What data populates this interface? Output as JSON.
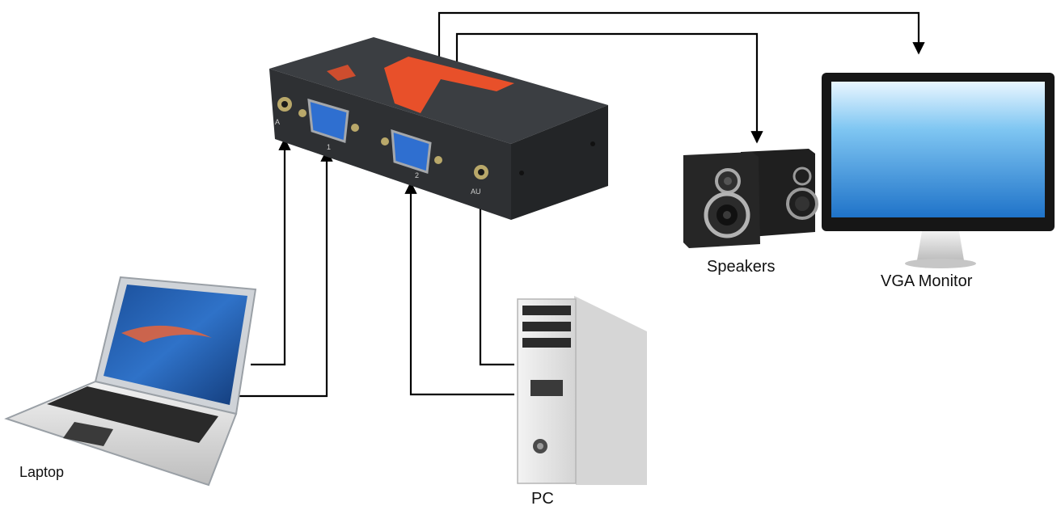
{
  "devices": {
    "speakers": {
      "label": "Speakers"
    },
    "monitor": {
      "label": "VGA Monitor"
    },
    "laptop": {
      "label": "Laptop"
    },
    "pc": {
      "label": "PC"
    }
  },
  "switch": {
    "port_1": "1",
    "port_2": "2",
    "audio_in_label": "A",
    "audio_out_label": "AU"
  },
  "colors": {
    "switch_body": "#2e3033",
    "switch_top": "#3b3e42",
    "switch_accent": "#e8502a",
    "vga_port": "#2f6fd0",
    "monitor_screen": "#5fb3ea",
    "wire": "#000000"
  },
  "icons": [
    "vga-switch-icon",
    "speakers-icon",
    "monitor-icon",
    "laptop-icon",
    "pc-tower-icon"
  ]
}
